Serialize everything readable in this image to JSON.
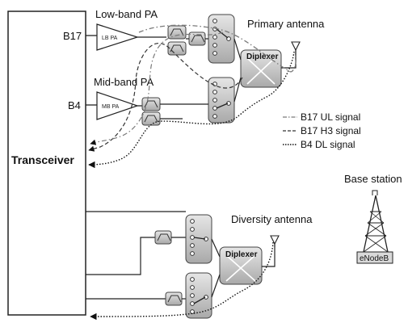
{
  "transceiver": {
    "label": "Transceiver"
  },
  "amplifiers": {
    "low_band": {
      "title": "Low-band PA",
      "tag": "LB PA",
      "port": "B17"
    },
    "mid_band": {
      "title": "Mid-band PA",
      "tag": "MB PA",
      "port": "B4"
    }
  },
  "antennas": {
    "primary": "Primary antenna",
    "diversity": "Diversity antenna"
  },
  "diplexers": {
    "primary": "Diplexer",
    "diversity": "Diplexer"
  },
  "legend": {
    "items": [
      {
        "label": "B17 UL signal",
        "style": "dash-dot",
        "color": "#7a7a7a"
      },
      {
        "label": "B17 H3 signal",
        "style": "dashed",
        "color": "#333333"
      },
      {
        "label": "B4 DL signal",
        "style": "dotted",
        "color": "#111111"
      }
    ]
  },
  "base_station": {
    "title": "Base station",
    "tag": "eNodeB"
  },
  "colors": {
    "block_fill": "#c9c9c9",
    "block_stroke": "#444444",
    "line": "#222222"
  }
}
